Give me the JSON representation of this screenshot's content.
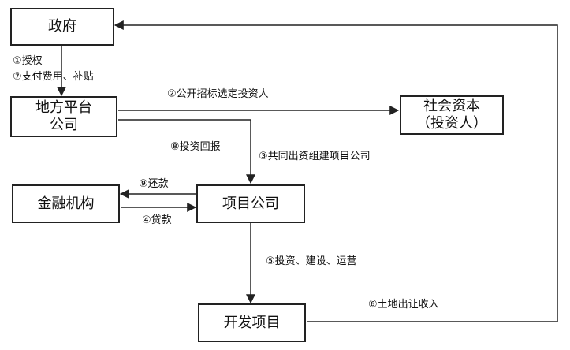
{
  "nodes": {
    "government": {
      "label": "政府"
    },
    "platform": {
      "line1": "地方平台",
      "line2": "公司"
    },
    "social_capital": {
      "line1": "社会资本",
      "line2": "（投资人）"
    },
    "finance": {
      "label": "金融机构"
    },
    "project_company": {
      "label": "项目公司"
    },
    "development": {
      "label": "开发项目"
    }
  },
  "edges": {
    "authorize": "①授权",
    "tender": "②公开招标选定投资人",
    "co_invest": "③共同出资组建项目公司",
    "loan": "④贷款",
    "invest_build": "⑤投资、建设、运营",
    "land_income": "⑥土地出让收入",
    "pay_fee": "⑦支付费用、补贴",
    "return": "⑧投资回报",
    "repay": "⑨还款"
  },
  "colors": {
    "line": "#222222",
    "text": "#111111",
    "background": "#ffffff"
  }
}
